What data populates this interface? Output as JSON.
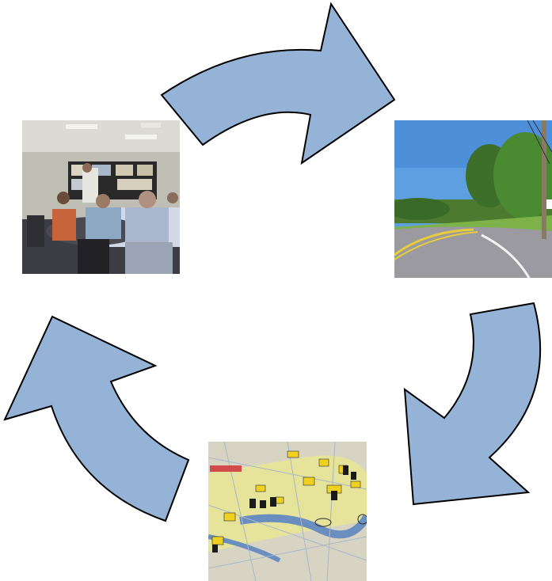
{
  "diagram": {
    "type": "cycle",
    "arrow_fill": "#95b3d7",
    "arrow_stroke": "#000000",
    "background": "#ffffff",
    "nodes": [
      {
        "id": "meeting",
        "content": "photo-meeting-room"
      },
      {
        "id": "road",
        "content": "photo-rural-road"
      },
      {
        "id": "map",
        "content": "photo-map-with-markers"
      }
    ],
    "arrows": [
      {
        "from": "meeting",
        "to": "road"
      },
      {
        "from": "road",
        "to": "map"
      },
      {
        "from": "map",
        "to": "meeting"
      }
    ]
  }
}
